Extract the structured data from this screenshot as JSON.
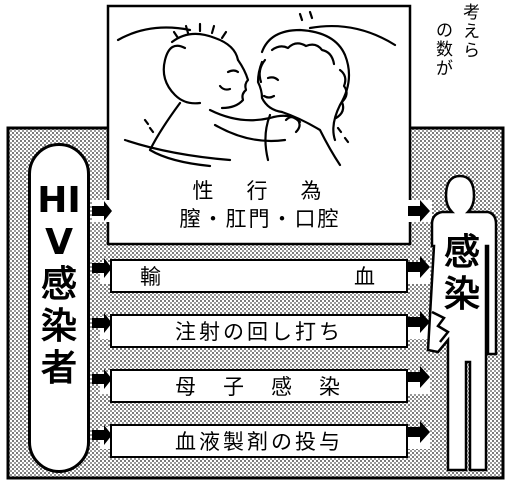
{
  "side_text": {
    "col1": "考えら",
    "col2": "の数が"
  },
  "source": {
    "label": "HIV感染者"
  },
  "routes": [
    {
      "line1": "性　行　為",
      "line2": "膣・肛門・口腔"
    },
    {
      "left": "輸",
      "right": "血"
    },
    {
      "label": "注射の回し打ち"
    },
    {
      "label": "母　子　感　染"
    },
    {
      "label": "血液製剤の投与"
    }
  ],
  "outcome": {
    "label": "感染"
  },
  "colors": {
    "ink": "#000000",
    "paper": "#ffffff",
    "screen": "#b9b9b9"
  },
  "illustration": "couple-embracing-icon"
}
